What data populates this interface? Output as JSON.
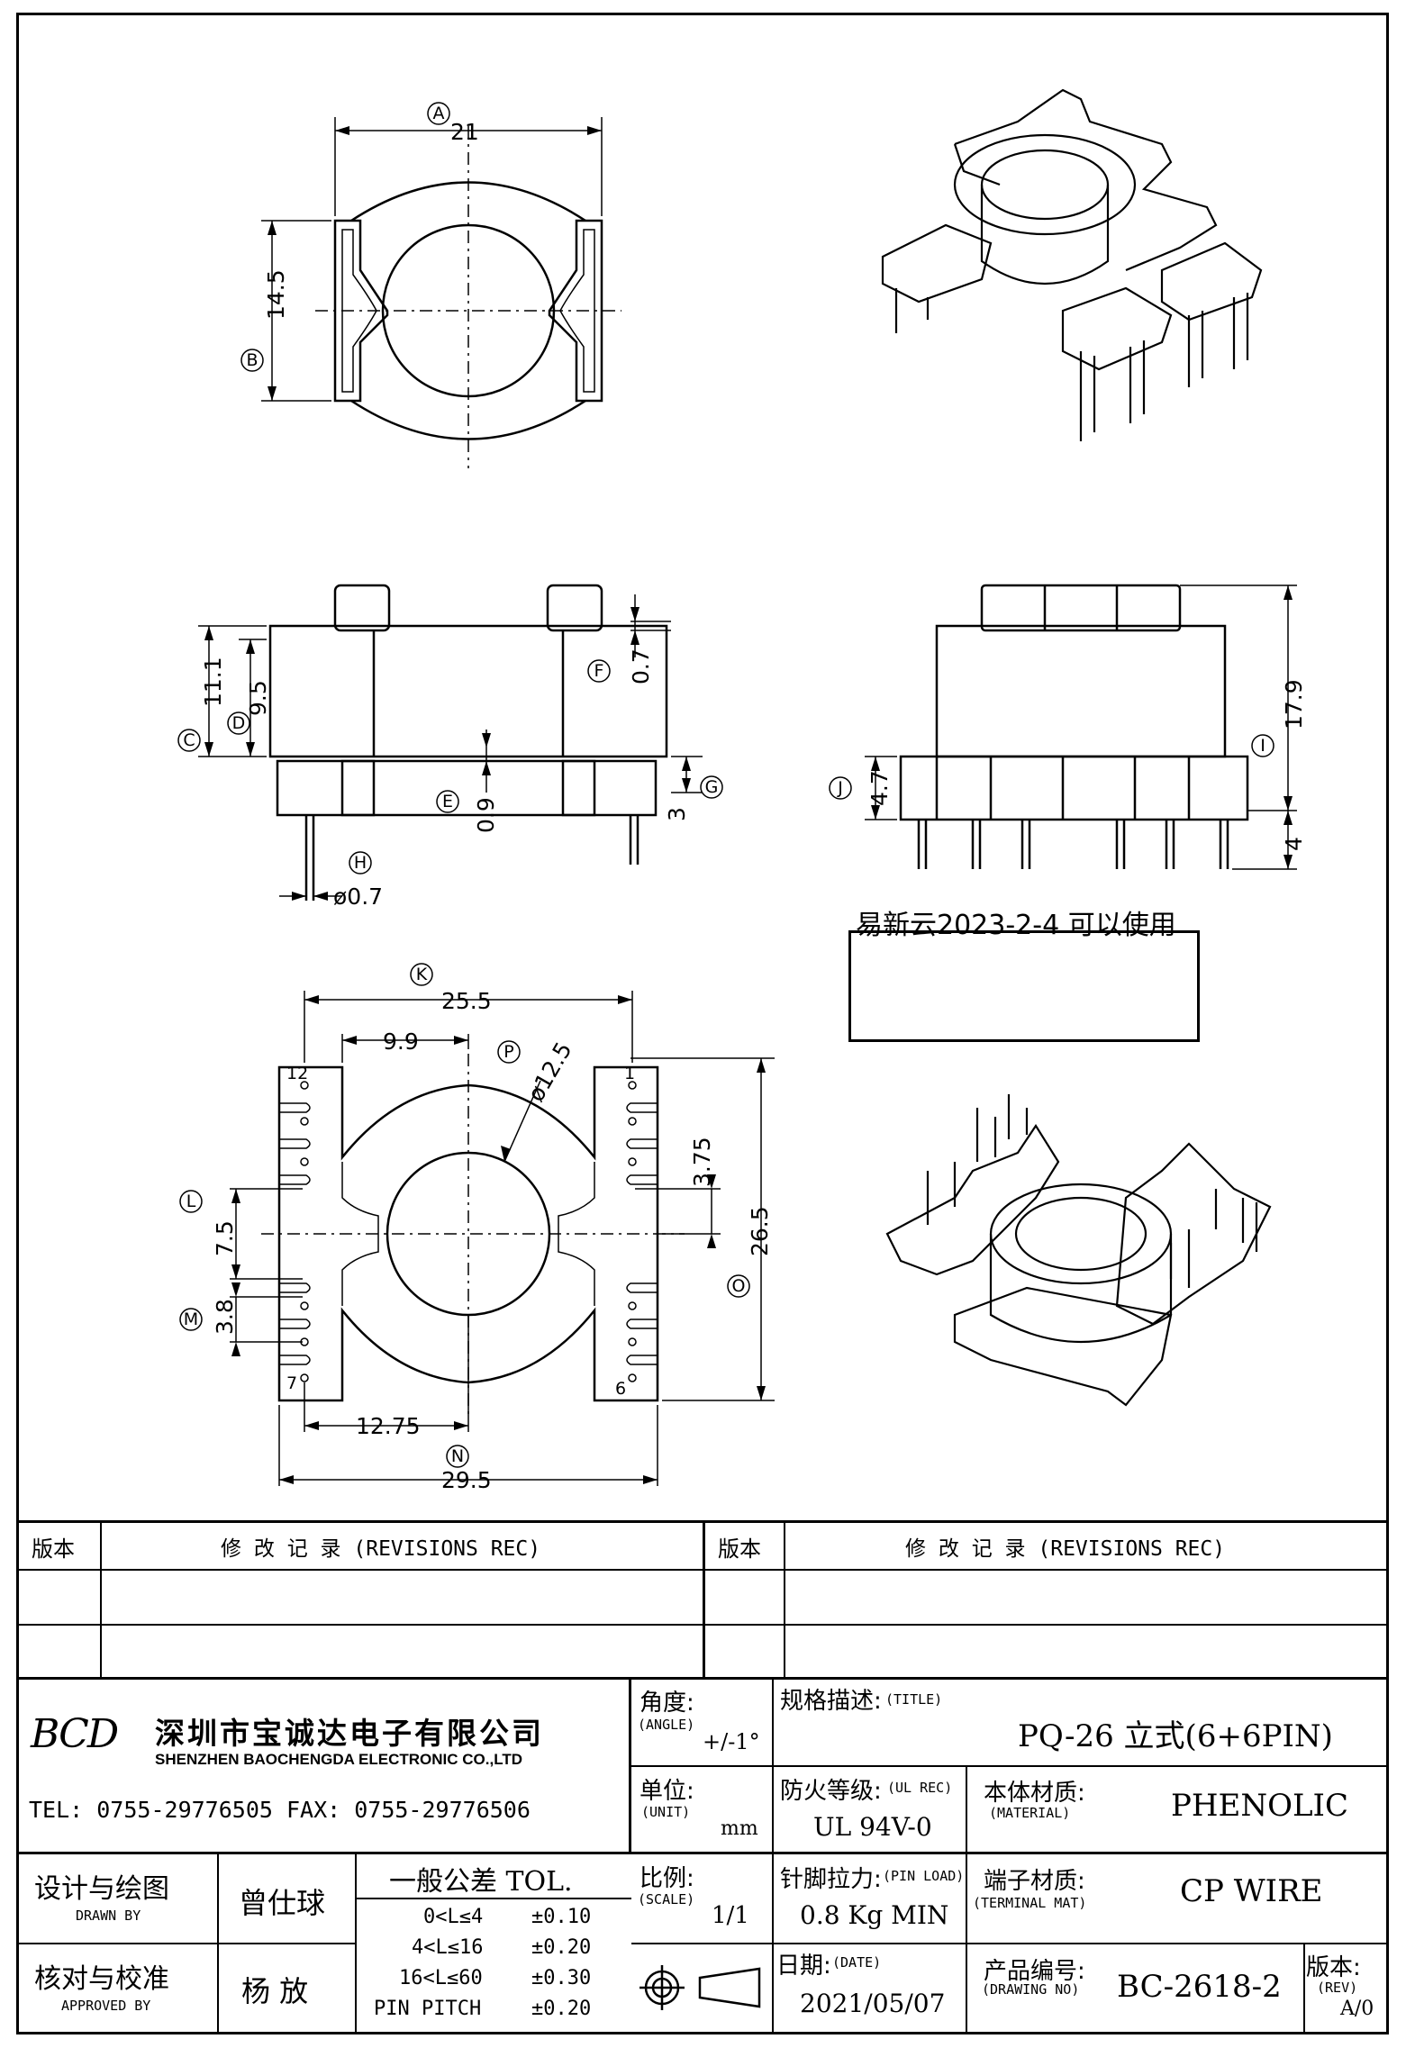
{
  "dims": {
    "A": "21",
    "B": "14.5",
    "C": "11.1",
    "D": "9.5",
    "F": "0.7",
    "E": "0.9",
    "G": "3",
    "H": "ø0.7",
    "J": "4.7",
    "I": "17.9",
    "I2": "4",
    "K": "25.5",
    "K2": "9.9",
    "P": "ø12.5",
    "L": "7.5",
    "M": "3.8",
    "Q": "3.75",
    "O": "26.5",
    "N1": "12.75",
    "N": "29.5",
    "pin12": "12",
    "pin1": "1",
    "pin7": "7",
    "pin6": "6"
  },
  "labels": [
    "A",
    "B",
    "C",
    "D",
    "E",
    "F",
    "G",
    "H",
    "I",
    "J",
    "K",
    "L",
    "M",
    "N",
    "O",
    "P"
  ],
  "note": "易新云2023-2-4  可以使用",
  "revisions": {
    "col1": "版本",
    "col2": "修  改  记  录  (REVISIONS REC)",
    "col3": "版本",
    "col4": "修  改  记  录  (REVISIONS REC)"
  },
  "company": {
    "logo": "BCD",
    "name_cn": "深圳市宝诚达电子有限公司",
    "name_en": "SHENZHEN BAOCHENGDA ELECTRONIC CO.,LTD",
    "tel": "TEL: 0755-29776505  FAX: 0755-29776506"
  },
  "title_block": {
    "angle_cn": "角度:",
    "angle_en": "(ANGLE)",
    "angle_val": "+/-1°",
    "unit_cn": "单位:",
    "unit_en": "(UNIT)",
    "unit_val": "mm",
    "scale_cn": "比例:",
    "scale_en": "(SCALE)",
    "scale_val": "1/1",
    "title_cn": "规格描述:",
    "title_en": "(TITLE)",
    "title_val": "PQ-26 立式(6+6PIN)",
    "ul_cn": "防火等级:",
    "ul_en": "(UL REC)",
    "ul_val": "UL 94V-0",
    "mat_cn": "本体材质:",
    "mat_en": "(MATERIAL)",
    "mat_val": "PHENOLIC",
    "load_cn": "针脚拉力:",
    "load_en": "(PIN LOAD)",
    "load_val": "0.8 Kg MIN",
    "term_cn": "端子材质:",
    "term_en": "(TERMINAL MAT)",
    "term_val": "CP WIRE",
    "date_cn": "日期:",
    "date_en": "(DATE)",
    "date_val": "2021/05/07",
    "dwg_cn": "产品编号:",
    "dwg_en": "(DRAWING NO)",
    "dwg_val": "BC-2618-2",
    "rev_cn": "版本:",
    "rev_en": "(REV)",
    "rev_val": "A/0",
    "design_cn": "设计与绘图",
    "design_en": "DRAWN BY",
    "design_name": "曾仕球",
    "check_cn": "核对与校准",
    "check_en": "APPROVED BY",
    "check_name": "杨  放",
    "tol_title": "一般公差 TOL.",
    "tol_rows": [
      {
        "range": "0<L≤4",
        "val": "±0.10"
      },
      {
        "range": "4<L≤16",
        "val": "±0.20"
      },
      {
        "range": "16<L≤60",
        "val": "±0.30"
      },
      {
        "range": "PIN PITCH",
        "val": "±0.20"
      }
    ]
  }
}
